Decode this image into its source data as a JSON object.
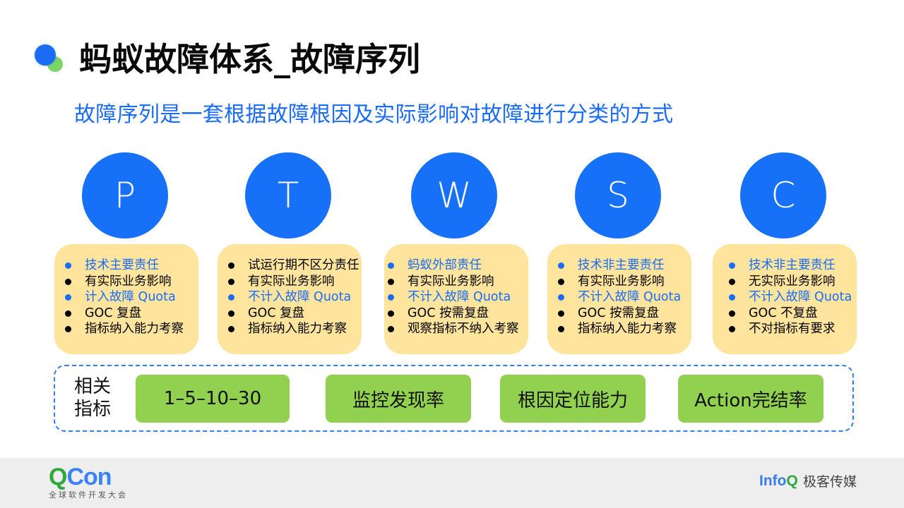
{
  "header": {
    "title": "蚂蚁故障体系_故障序列",
    "subtitle": "故障序列是一套根据故障根因及实际影响对故障进行分类的方式"
  },
  "colors": {
    "accent_blue": "#1771f8",
    "card_yellow": "#fee49c",
    "metric_green": "#92d050",
    "dot_green": "#7cd567"
  },
  "categories": [
    {
      "letter": "P",
      "items": [
        {
          "text": "技术主要责任",
          "highlight": true
        },
        {
          "text": "有实际业务影响",
          "highlight": false
        },
        {
          "text": "计入故障 Quota",
          "highlight": true
        },
        {
          "text": "GOC 复盘",
          "highlight": false
        },
        {
          "text": "指标纳入能力考察",
          "highlight": false
        }
      ]
    },
    {
      "letter": "T",
      "items": [
        {
          "text": "试运行期不区分责任",
          "highlight": false
        },
        {
          "text": "有实际业务影响",
          "highlight": false
        },
        {
          "text": "不计入故障 Quota",
          "highlight": true
        },
        {
          "text": "GOC 复盘",
          "highlight": false
        },
        {
          "text": "指标纳入能力考察",
          "highlight": false
        }
      ]
    },
    {
      "letter": "W",
      "items": [
        {
          "text": "蚂蚁外部责任",
          "highlight": true
        },
        {
          "text": "有实际业务影响",
          "highlight": false
        },
        {
          "text": "不计入故障 Quota",
          "highlight": true
        },
        {
          "text": "GOC 按需复盘",
          "highlight": false
        },
        {
          "text": "观察指标不纳入考察",
          "highlight": false
        }
      ]
    },
    {
      "letter": "S",
      "items": [
        {
          "text": "技术非主要责任",
          "highlight": true
        },
        {
          "text": "有实际业务影响",
          "highlight": false
        },
        {
          "text": "不计入故障 Quota",
          "highlight": true
        },
        {
          "text": "GOC 按需复盘",
          "highlight": false
        },
        {
          "text": "指标纳入能力考察",
          "highlight": false
        }
      ]
    },
    {
      "letter": "C",
      "items": [
        {
          "text": "技术非主要责任",
          "highlight": true
        },
        {
          "text": "无实际业务影响",
          "highlight": false
        },
        {
          "text": "不计入故障 Quota",
          "highlight": true
        },
        {
          "text": "GOC 不复盘",
          "highlight": false
        },
        {
          "text": "不对指标有要求",
          "highlight": false
        }
      ]
    }
  ],
  "metrics": {
    "label": "相关指标",
    "label_line1": "相关",
    "label_line2": "指标",
    "items": [
      "1–5–10–30",
      "监控发现率",
      "根因定位能力",
      "Action完结率"
    ]
  },
  "footer": {
    "qcon_q": "Q",
    "qcon_con": "Con",
    "qcon_subtitle": "全球软件开发大会",
    "infoq_info": "Info",
    "infoq_q": "Q",
    "infoq_cn": "极客传媒"
  }
}
